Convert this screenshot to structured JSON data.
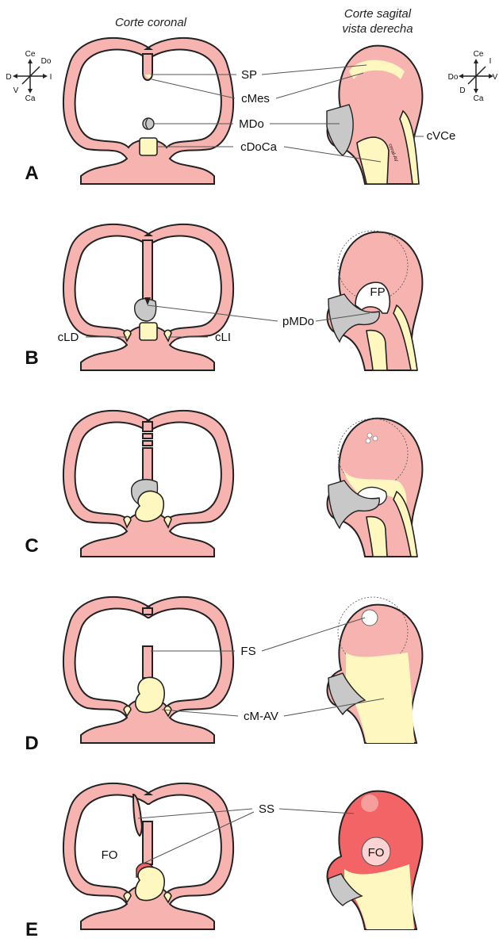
{
  "headers": {
    "coronal": "Corte coronal",
    "sagittal_line1": "Corte sagital",
    "sagittal_line2": "vista derecha"
  },
  "compass_left": {
    "up": "Ce",
    "down": "Ca",
    "left": "D",
    "right": "I",
    "diag_up": "Do",
    "diag_down": "V"
  },
  "compass_right": {
    "up": "Ce",
    "down": "Ca",
    "left": "Do",
    "right": "V",
    "diag_up": "I",
    "diag_down": "D"
  },
  "panels": [
    "A",
    "B",
    "C",
    "D",
    "E"
  ],
  "labels": {
    "SP": "SP",
    "cMes": "cMes",
    "MDo": "MDo",
    "cDoCa": "cDoCa",
    "cVCe": "cVCe",
    "cenAV": "cenal-AV",
    "pMDo": "pMDo",
    "FP": "FP",
    "cLD": "cLD",
    "cLI": "cLI",
    "FS": "FS",
    "cMAV": "cM-AV",
    "SS": "SS",
    "FO_left": "FO",
    "FO_right": "FO"
  },
  "colors": {
    "wall_pink": "#f6b3b0",
    "cushion_yellow": "#fff7c0",
    "mesenchyme_gray": "#c8c8c8",
    "septum_secundum_red": "#f26466",
    "outline": "#222222"
  }
}
